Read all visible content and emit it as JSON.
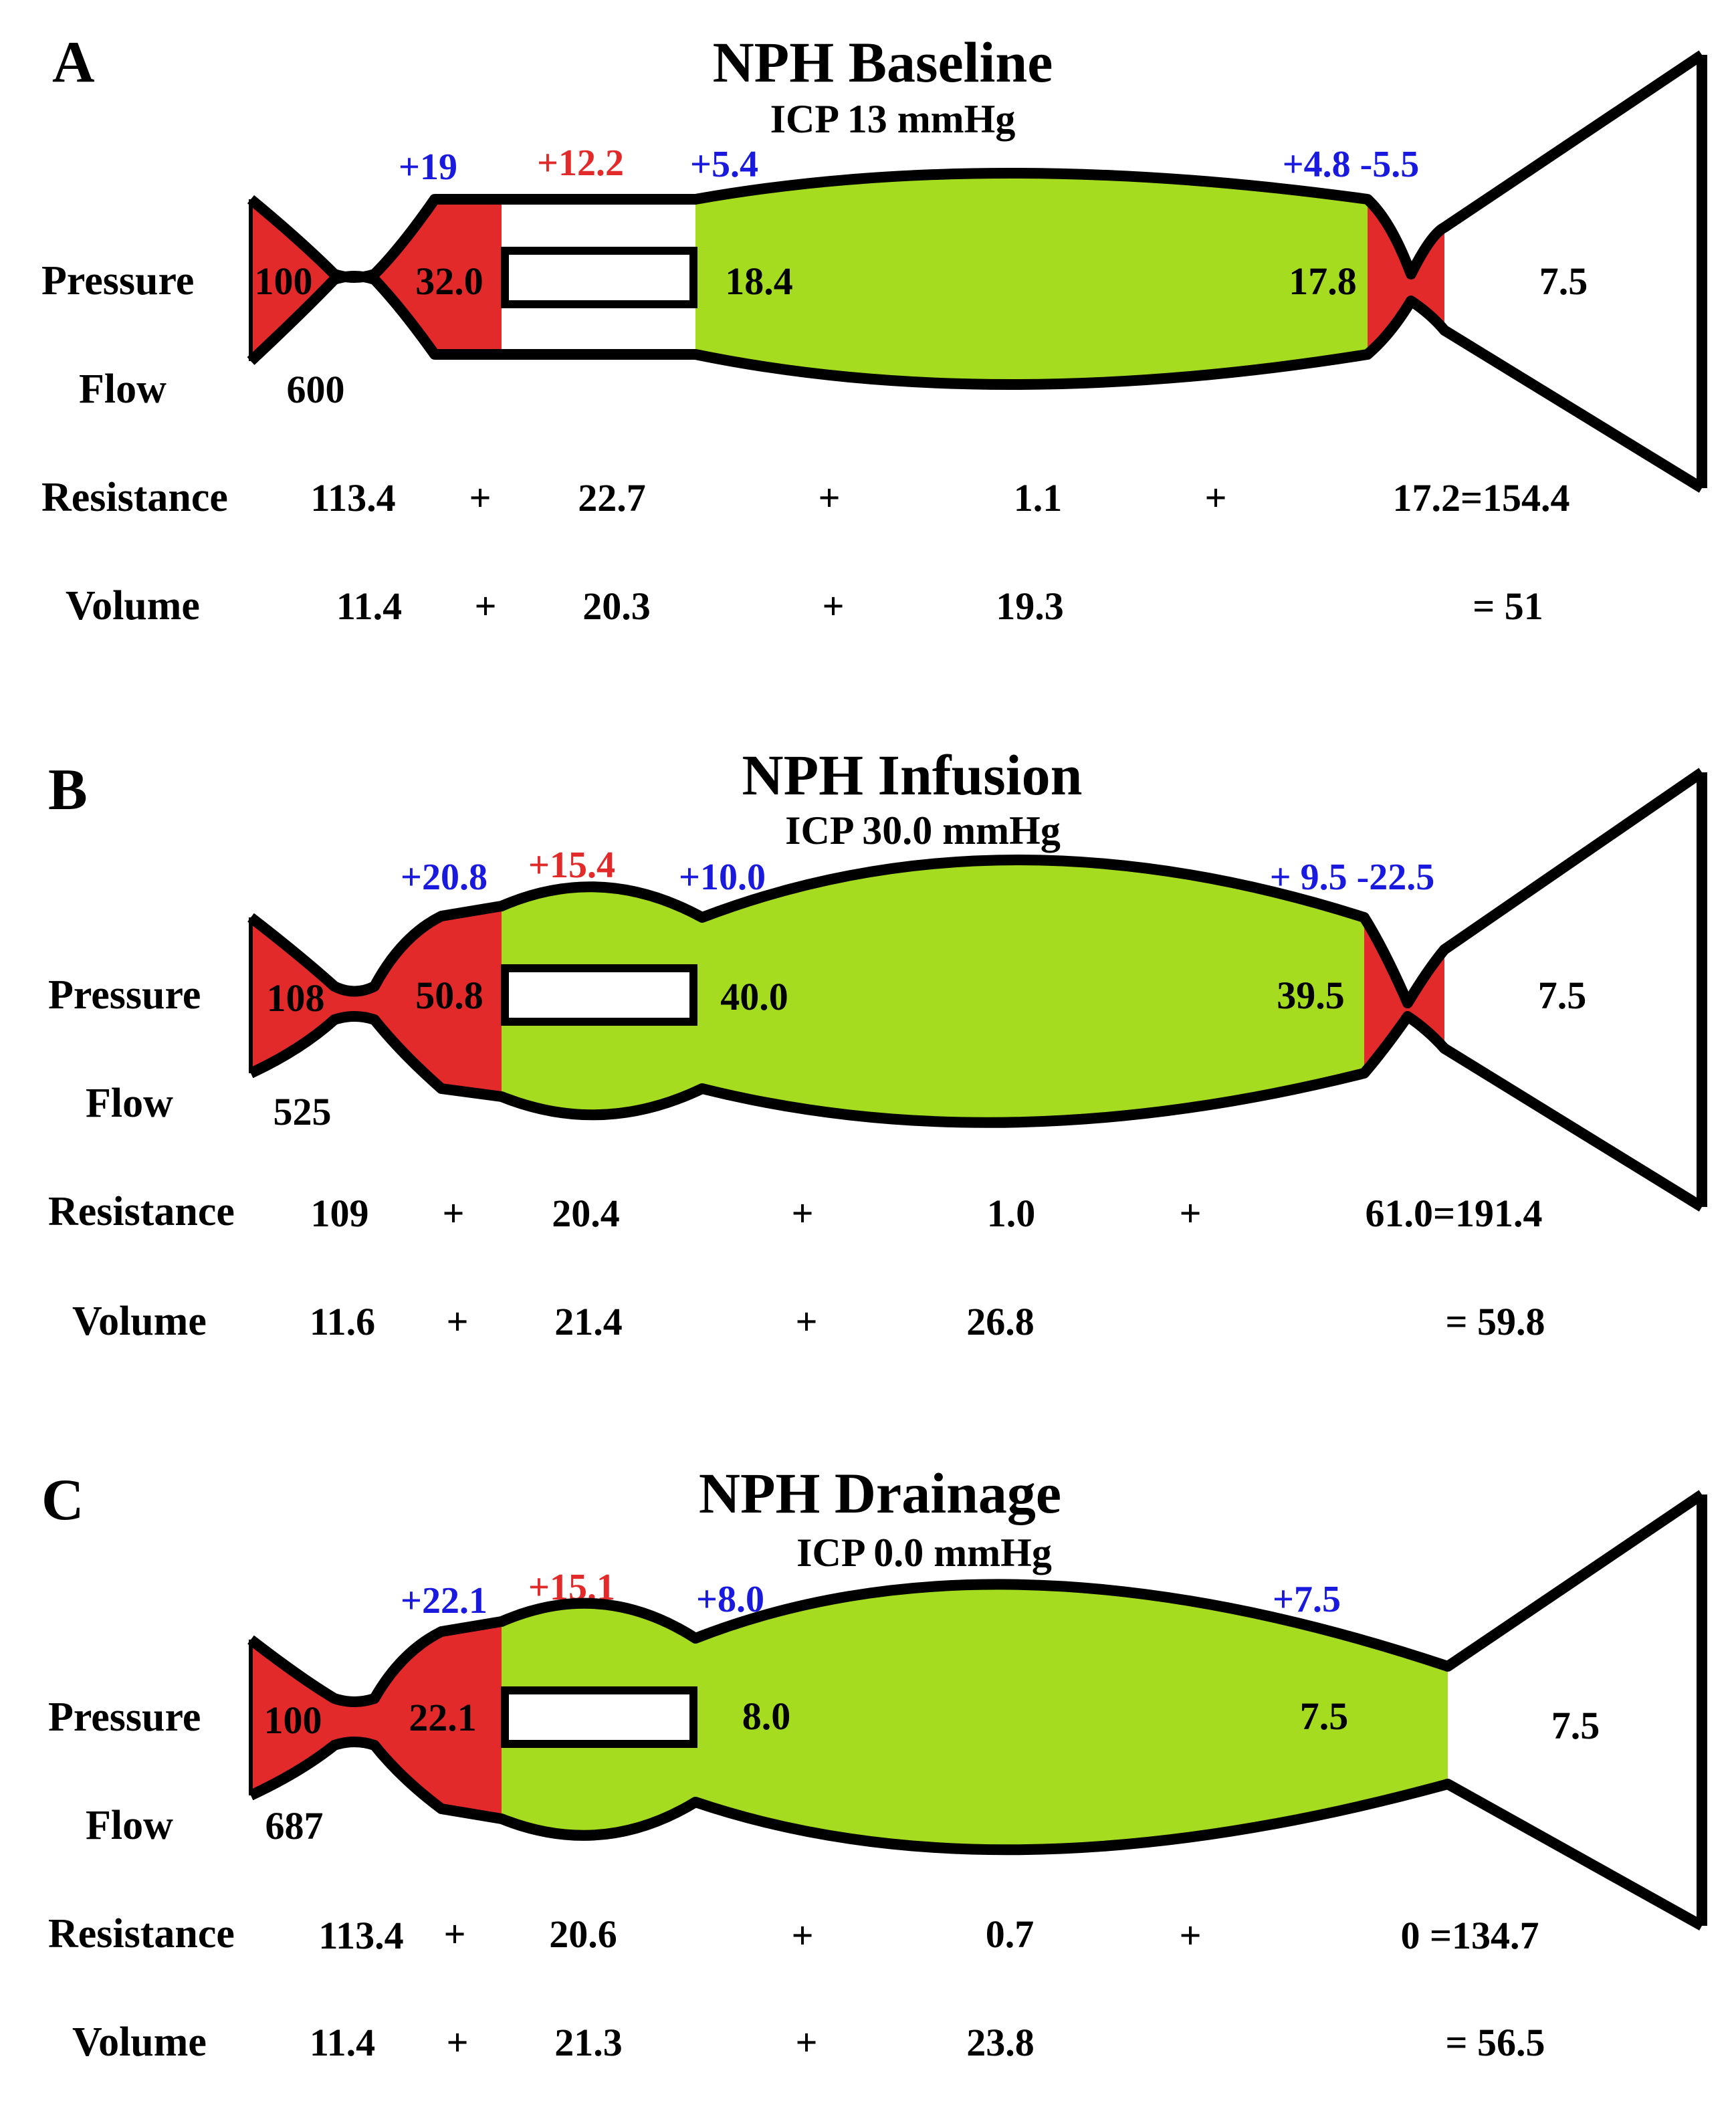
{
  "colors": {
    "red": "#e22a2a",
    "green": "#a6dc1f",
    "blue": "#1a1adf",
    "black": "#000000",
    "white": "#ffffff"
  },
  "panels": [
    {
      "letter": "A",
      "title": "NPH Baseline",
      "icp": "ICP 13 mmHg",
      "top_labels": {
        "l1": "+19",
        "l2": "+12.2",
        "l3": "+5.4",
        "l4": "+4.8 -5.5"
      },
      "row_labels": {
        "pressure": "Pressure",
        "flow": "Flow",
        "resistance": "Resistance",
        "volume": "Volume"
      },
      "pressure": {
        "p1": "100",
        "p2": "32.0",
        "p3": "18.4",
        "p4": "17.8",
        "p5": "7.5"
      },
      "flow": "600",
      "resistance": [
        "113.4",
        "+",
        "22.7",
        "+",
        "1.1",
        "+",
        "17.2=154.4"
      ],
      "volume": [
        "11.4",
        "+",
        "20.3",
        "+",
        "19.3",
        "= 51"
      ]
    },
    {
      "letter": "B",
      "title": "NPH Infusion",
      "icp": "ICP 30.0 mmHg",
      "top_labels": {
        "l1": "+20.8",
        "l2": "+15.4",
        "l3": "+10.0",
        "l4": "+ 9.5 -22.5"
      },
      "row_labels": {
        "pressure": "Pressure",
        "flow": "Flow",
        "resistance": "Resistance",
        "volume": "Volume"
      },
      "pressure": {
        "p1": "108",
        "p2": "50.8",
        "p3": "40.0",
        "p4": "39.5",
        "p5": "7.5"
      },
      "flow": "525",
      "resistance": [
        "109",
        "+",
        "20.4",
        "+",
        "1.0",
        "+",
        "61.0=191.4"
      ],
      "volume": [
        "11.6",
        "+",
        "21.4",
        "+",
        "26.8",
        "= 59.8"
      ]
    },
    {
      "letter": "C",
      "title": "NPH Drainage",
      "icp": "ICP 0.0 mmHg",
      "top_labels": {
        "l1": "+22.1",
        "l2": "+15.1",
        "l3": "+8.0",
        "l4": "+7.5"
      },
      "row_labels": {
        "pressure": "Pressure",
        "flow": "Flow",
        "resistance": "Resistance",
        "volume": "Volume"
      },
      "pressure": {
        "p1": "100",
        "p2": "22.1",
        "p3": "8.0",
        "p4": "7.5",
        "p5": "7.5"
      },
      "flow": "687",
      "resistance": [
        "113.4",
        "+",
        "20.6",
        "+",
        "0.7",
        "+",
        "0 =134.7"
      ],
      "volume": [
        "11.4",
        "+",
        "21.3",
        "+",
        "23.8",
        "= 56.5"
      ]
    }
  ]
}
